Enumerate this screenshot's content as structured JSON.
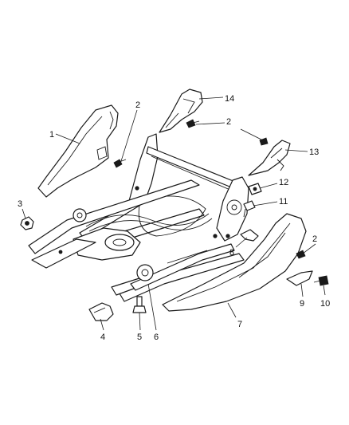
{
  "callouts": {
    "c1": "1",
    "c2a": "2",
    "c2b": "2",
    "c2c": "2",
    "c3": "3",
    "c4": "4",
    "c5": "5",
    "c6": "6",
    "c7": "7",
    "c8": "8",
    "c9": "9",
    "c10": "10",
    "c11": "11",
    "c12": "12",
    "c13": "13",
    "c14": "14"
  }
}
